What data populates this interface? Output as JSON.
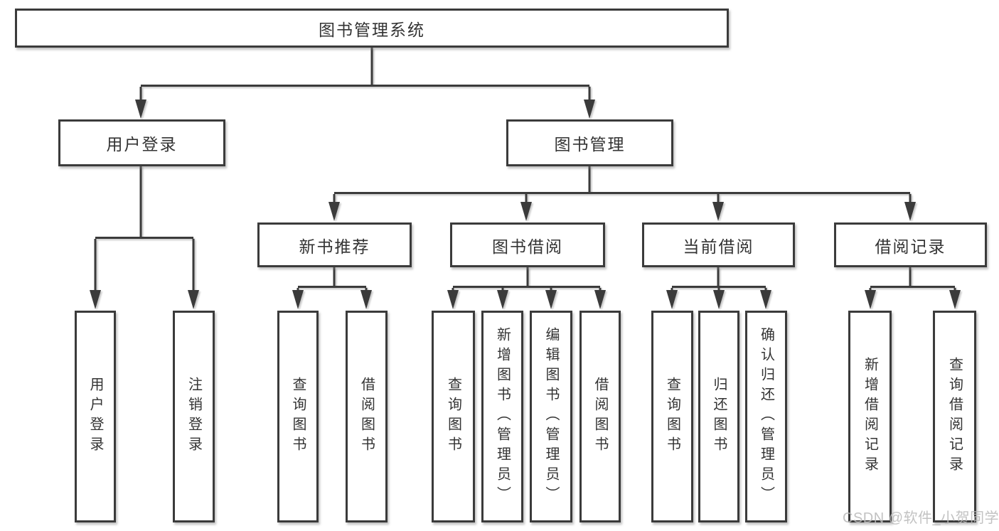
{
  "diagram": {
    "root": {
      "label": "图书管理系统"
    },
    "branches": [
      {
        "label": "用户登录",
        "children": [
          {
            "label": "用户登录"
          },
          {
            "label": "注销登录"
          }
        ]
      },
      {
        "label": "图书管理",
        "children": [
          {
            "label": "新书推荐",
            "children": [
              {
                "label": "查询图书"
              },
              {
                "label": "借阅图书"
              }
            ]
          },
          {
            "label": "图书借阅",
            "children": [
              {
                "label": "查询图书"
              },
              {
                "label": "新增图书（管理员）"
              },
              {
                "label": "编辑图书（管理员）"
              },
              {
                "label": "借阅图书"
              }
            ]
          },
          {
            "label": "当前借阅",
            "children": [
              {
                "label": "查询图书"
              },
              {
                "label": "归还图书"
              },
              {
                "label": "确认归还（管理员）"
              }
            ]
          },
          {
            "label": "借阅记录",
            "children": [
              {
                "label": "新增借阅记录"
              },
              {
                "label": "查询借阅记录"
              }
            ]
          }
        ]
      }
    ]
  },
  "watermark": {
    "text": "CSDN @软件_小贺同学"
  },
  "colors": {
    "line": "#3b3b3b",
    "box_border": "#3b3b3b",
    "text": "#333333",
    "background": "#ffffff",
    "watermark": "#b9b9b9"
  }
}
